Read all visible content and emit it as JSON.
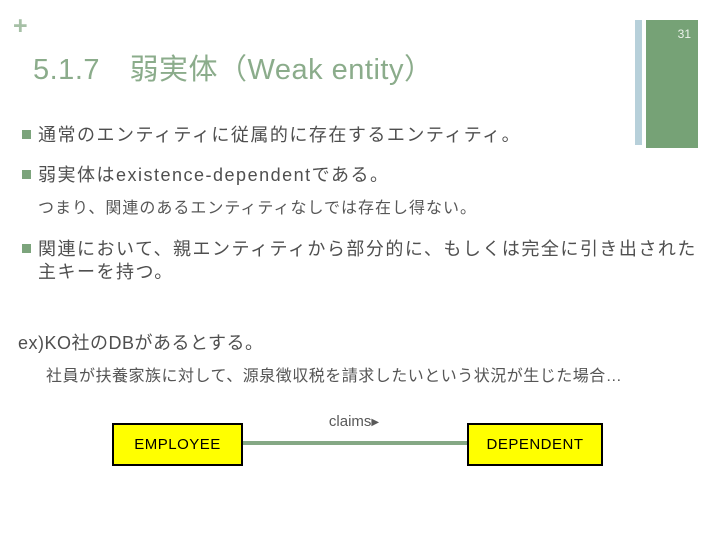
{
  "header": {
    "plus_marker": "+",
    "title": "5.1.7　弱実体（Weak entity）",
    "page_number": "31"
  },
  "content": {
    "bullets": [
      {
        "text": "通常のエンティティに従属的に存在するエンティティ。"
      },
      {
        "text": "弱実体はexistence-dependentである。"
      },
      {
        "text": "関連において、親エンティティから部分的に、もしくは完全に引き出された主キーを持つ。"
      }
    ],
    "bullet2_note": "つまり、関連のあるエンティティなしでは存在し得ない。",
    "example_intro": "ex)KO社のDBがあるとする。",
    "example_scenario": "社員が扶養家族に対して、源泉徴収税を請求したいという状況が生じた場合…"
  },
  "diagram": {
    "left_entity": "EMPLOYEE",
    "right_entity": "DEPENDENT",
    "relationship_label": "claims",
    "relationship_arrow": "▶"
  },
  "colors": {
    "accent_green": "#76a276",
    "accent_light_blue": "#b7d0da",
    "title_green": "#8bac8b",
    "bullet_green": "#7ca47c",
    "body_text": "#4f4f4f",
    "entity_fill": "#ffff00",
    "connector_green": "#85a885"
  }
}
